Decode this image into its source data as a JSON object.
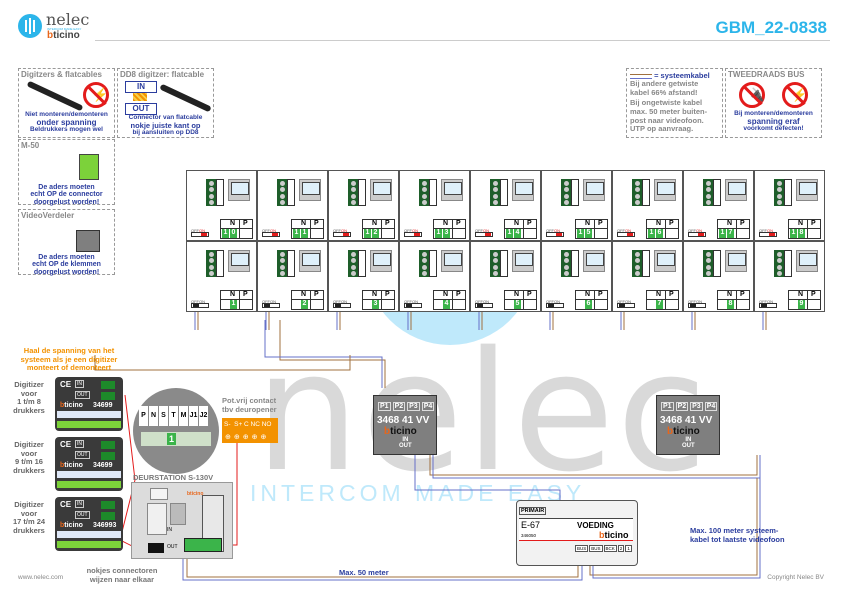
{
  "header": {
    "logo_name": "nelec",
    "logo_tagline": "INTERCOM MADE EASY",
    "logo_brand_b": "b",
    "logo_brand_rest": "ticino",
    "doc_id": "GBM_22-0838"
  },
  "watermark": {
    "word": "nelec",
    "tagline": "INTERCOM MADE EASY"
  },
  "info_boxes": {
    "digitizers": {
      "title": "Digitzers & flatcables",
      "line1": "Niet monteren/demonteren",
      "line2": "onder spanning",
      "line3": "Beldrukkers mogen wel"
    },
    "dd8": {
      "title": "DD8 digitzer: flatcable",
      "in_label": "IN",
      "out_label": "OUT",
      "line1": "Connector van flatcable",
      "line2": "nokje juiste kant op",
      "line3": "bij aansluiten op DD8"
    },
    "m50": {
      "title": "M-50",
      "line1": "De aders moeten",
      "line2": "echt OP de connector",
      "line3": "doorgelust worden!"
    },
    "videoverdeler": {
      "title": "VideoVerdeler",
      "line1": "De aders moeten",
      "line2": "echt OP de klemmen",
      "line3": "doorgelust worden!"
    },
    "systeemkabel": {
      "legend": "= systeemkabel",
      "lines": [
        "Bij andere getwiste",
        "kabel 66% afstand!",
        "Bij ongetwiste kabel",
        "max. 50 meter buiten-",
        "post naar videofoon.",
        "UTP op aanvraag."
      ]
    },
    "tweedraads": {
      "title": "TWEEDRAADS BUS",
      "line1": "Bij monteren/demonteren",
      "line2": "spanning eraf",
      "line3": "voorkomt defecten!"
    }
  },
  "videophone_grid": {
    "top_row": [
      {
        "number": "10",
        "switch": "ON"
      },
      {
        "number": "11",
        "switch": "ON"
      },
      {
        "number": "12",
        "switch": "ON"
      },
      {
        "number": "13",
        "switch": "ON"
      },
      {
        "number": "14",
        "switch": "ON"
      },
      {
        "number": "15",
        "switch": "ON"
      },
      {
        "number": "16",
        "switch": "ON"
      },
      {
        "number": "17",
        "switch": "ON"
      },
      {
        "number": "18",
        "switch": "ON"
      }
    ],
    "bottom_row": [
      {
        "number": "1",
        "switch": "OFF"
      },
      {
        "number": "2",
        "switch": "OFF"
      },
      {
        "number": "3",
        "switch": "OFF"
      },
      {
        "number": "4",
        "switch": "OFF"
      },
      {
        "number": "5",
        "switch": "OFF"
      },
      {
        "number": "6",
        "switch": "OFF"
      },
      {
        "number": "7",
        "switch": "OFF"
      },
      {
        "number": "8",
        "switch": "OFF"
      },
      {
        "number": "9",
        "switch": "OFF"
      }
    ],
    "col_n": "N",
    "col_p": "P",
    "off_label": "OFF",
    "on_label": "ON",
    "bus_label": "BUS"
  },
  "distributors": [
    {
      "ports": [
        "P1",
        "P2",
        "P3",
        "P4"
      ],
      "code": "3468 41  VV",
      "brand_b": "b",
      "brand_rest": "ticino",
      "in_label": "IN",
      "out_label": "OUT"
    },
    {
      "ports": [
        "P1",
        "P2",
        "P3",
        "P4"
      ],
      "code": "3468 41  VV",
      "brand_b": "b",
      "brand_rest": "ticino",
      "in_label": "IN",
      "out_label": "OUT"
    }
  ],
  "digitizers": {
    "warning": [
      "Haal de spanning van het",
      "systeem als je een digitizer",
      "monteert of demonteert"
    ],
    "units": [
      {
        "label": [
          "Digitizer",
          "voor",
          "1 t/m 8",
          "drukkers"
        ],
        "code": "34699"
      },
      {
        "label": [
          "Digitizer",
          "voor",
          "9 t/m 16",
          "drukkers"
        ],
        "code": "34699"
      },
      {
        "label": [
          "Digitizer",
          "voor",
          "17 t/m 24",
          "drukkers"
        ],
        "code": "346993"
      }
    ],
    "ce": "CE",
    "in_label": "IN",
    "out_label": "OUT",
    "brand_b": "b",
    "brand_rest": "ticino",
    "connector_note": [
      "nokjes connectoren",
      "wijzen naar elkaar"
    ]
  },
  "zoom_detail": {
    "labels": [
      "P",
      "N",
      "S",
      "T",
      "M",
      "J1",
      "J2"
    ],
    "number": "1"
  },
  "door_contact": {
    "title": [
      "Pot.vrij contact",
      "tbv deuropener"
    ],
    "terminals": "S-  S+ C NC NO"
  },
  "deurstation": {
    "title": "DEURSTATION S-130V",
    "in_label": "IN",
    "out_label": "OUT"
  },
  "power_supply": {
    "primair": "PRIMAIR",
    "model": "E-67",
    "type": "VOEDING",
    "code": "346050",
    "brand_b": "b",
    "brand_rest": "ticino",
    "terminals": [
      "BUS",
      "BUS",
      "BCK",
      "2",
      "1"
    ]
  },
  "notes": {
    "max50": "Max. 50 meter",
    "max100": [
      "Max. 100 meter systeem-",
      "kabel tot laatste videofoon"
    ]
  },
  "footer": {
    "website": "www.nelec.com",
    "copyright": "Copyright Nelec BV"
  },
  "colors": {
    "accent_blue": "#2cb5ea",
    "text_navy": "#2b3d9e",
    "warning_orange": "#f39200",
    "brand_orange": "#e8661b",
    "wire_brown": "#a0703f",
    "wire_blue": "#6670c8",
    "terminal_green": "#3bb44a"
  }
}
